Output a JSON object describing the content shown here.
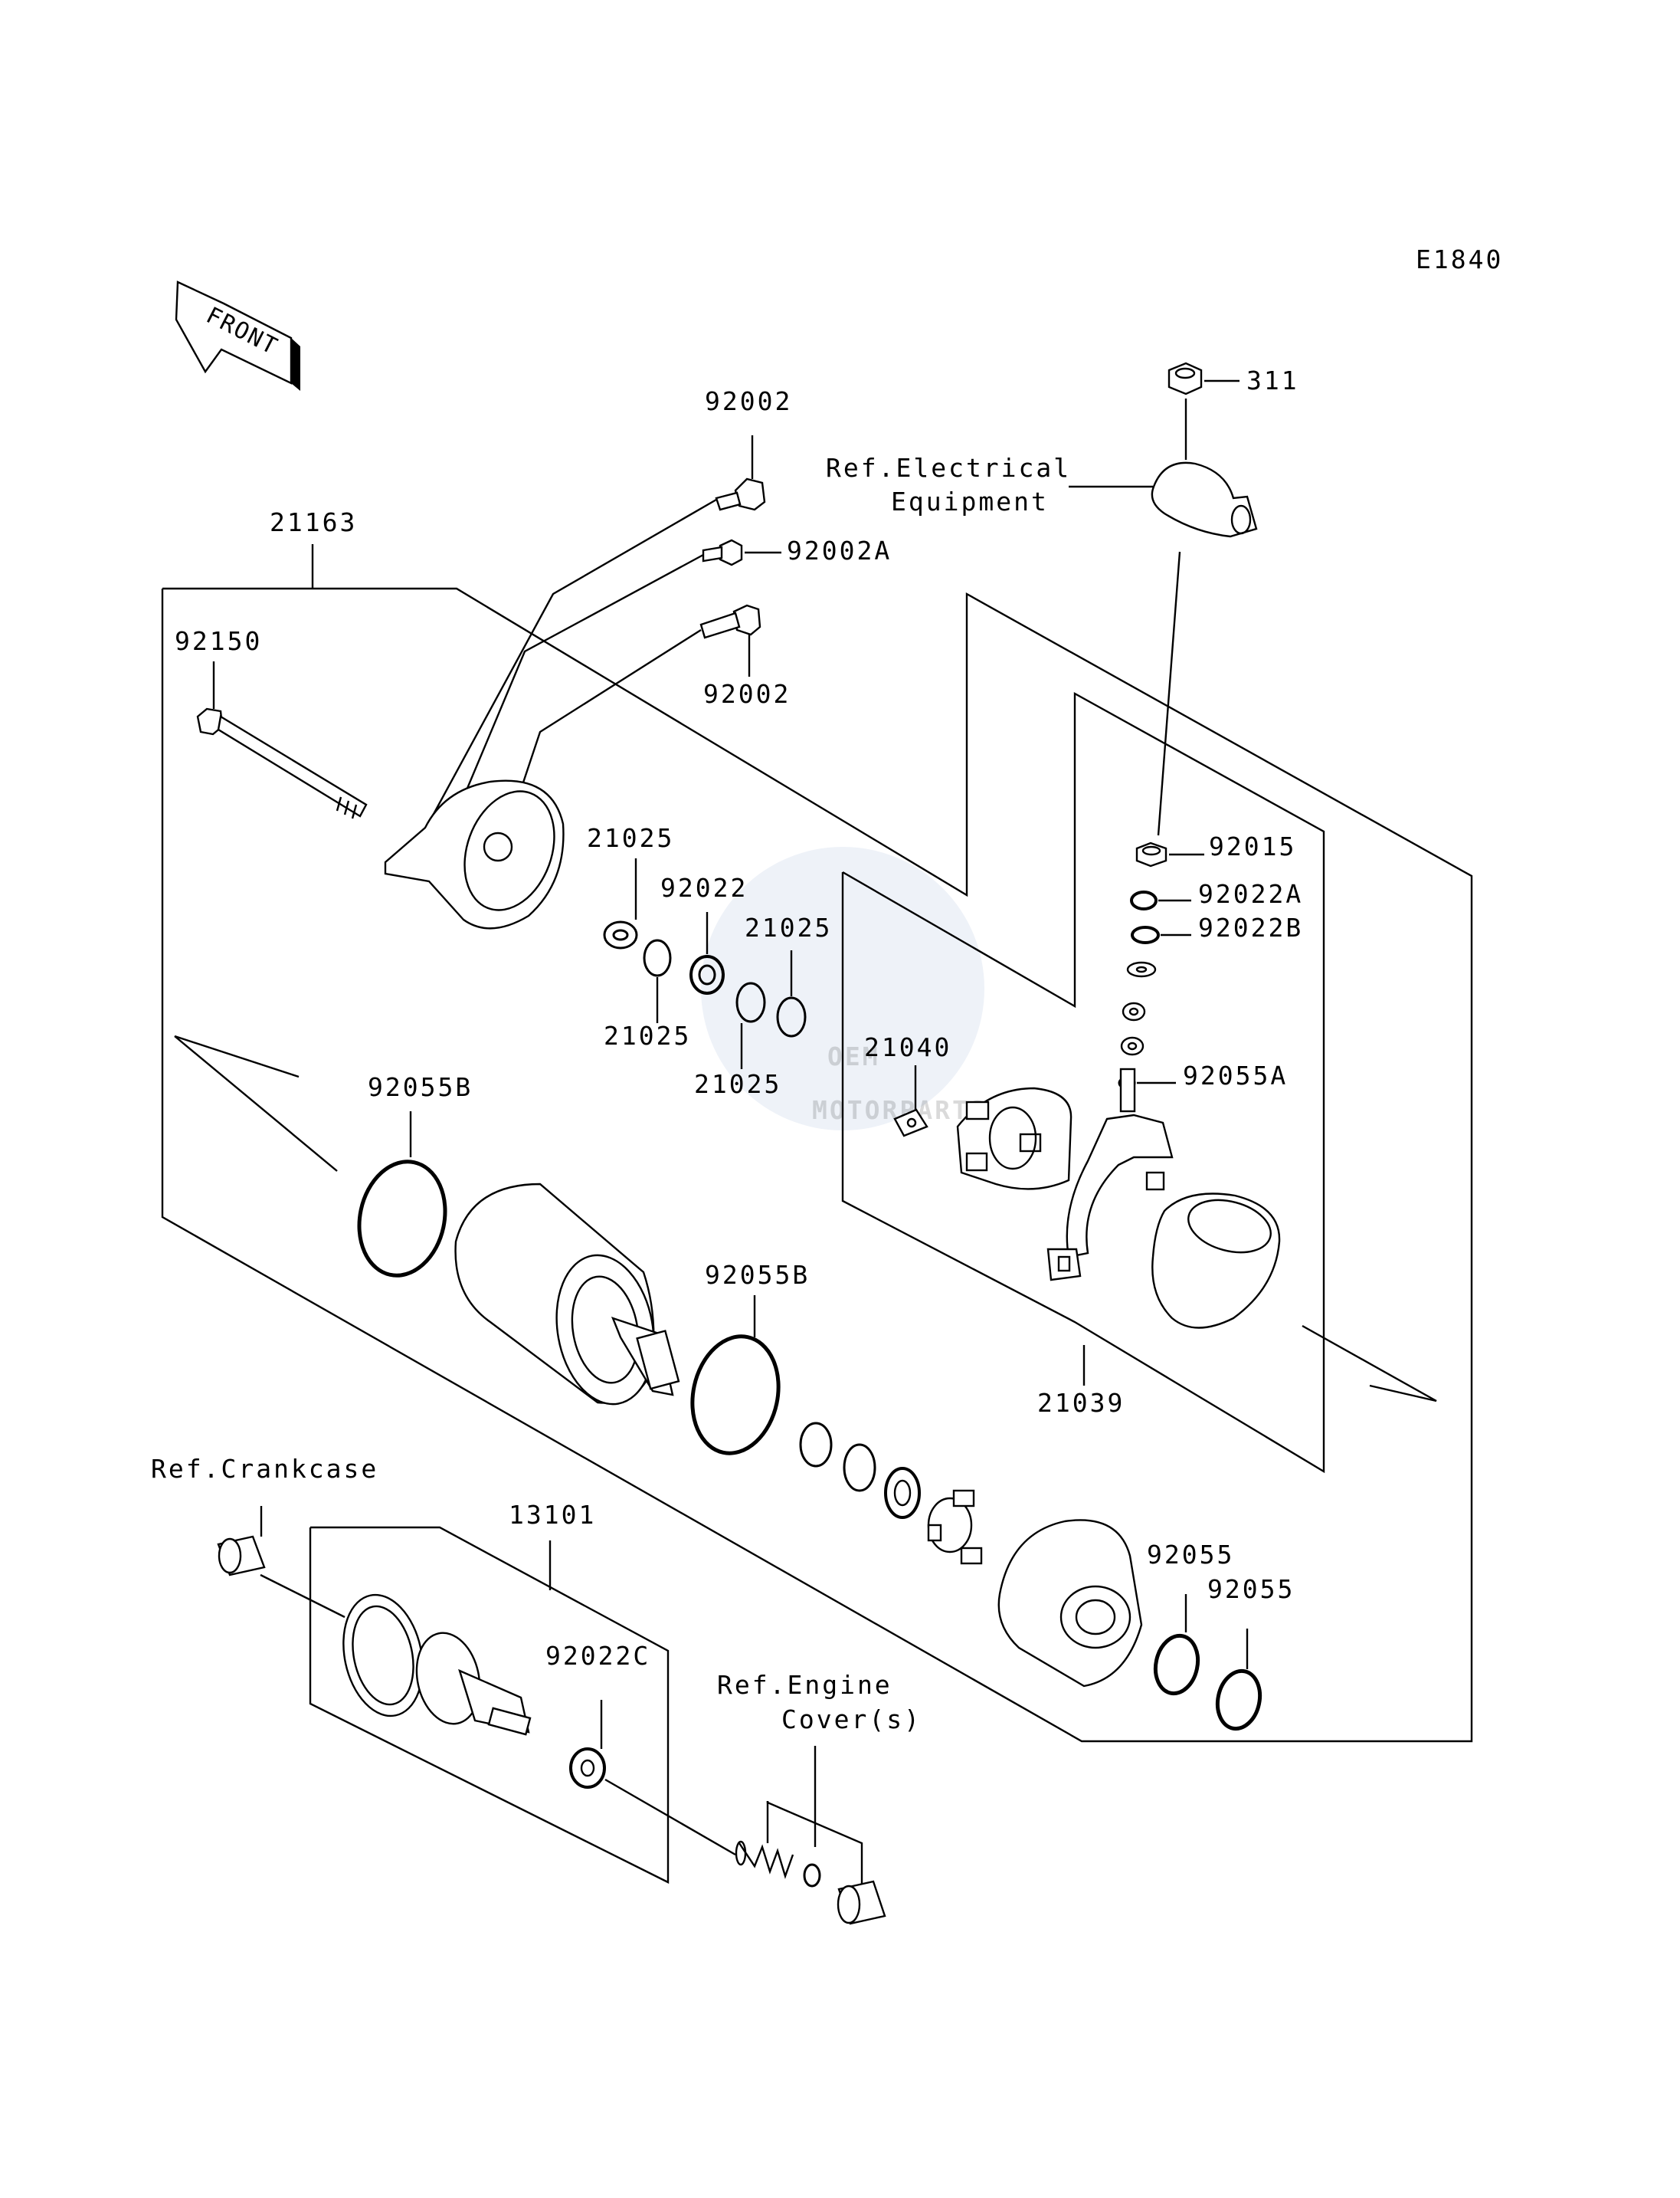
{
  "diagram_code": "E1840",
  "front_label": "FRONT",
  "watermark": {
    "main": "OEM",
    "sub": "MOTORPARTS"
  },
  "callouts": {
    "p311": "311",
    "ref_electrical_1": "Ref.Electrical",
    "ref_electrical_2": "Equipment",
    "p92002_top": "92002",
    "p92002A": "92002A",
    "p92002_mid": "92002",
    "p21163": "21163",
    "p92150": "92150",
    "p92015": "92015",
    "p92022A": "92022A",
    "p92022B": "92022B",
    "p92055A": "92055A",
    "p21025_a": "21025",
    "p92022": "92022",
    "p21025_b": "21025",
    "p21025_c": "21025",
    "p21025_d": "21025",
    "p21040": "21040",
    "p92055B_left": "92055B",
    "p92055B_mid": "92055B",
    "p21039": "21039",
    "ref_crankcase": "Ref.Crankcase",
    "p13101": "13101",
    "p92022C": "92022C",
    "ref_engine_1": "Ref.Engine",
    "ref_engine_2": "Cover(s)",
    "p92055_a": "92055",
    "p92055_b": "92055"
  }
}
